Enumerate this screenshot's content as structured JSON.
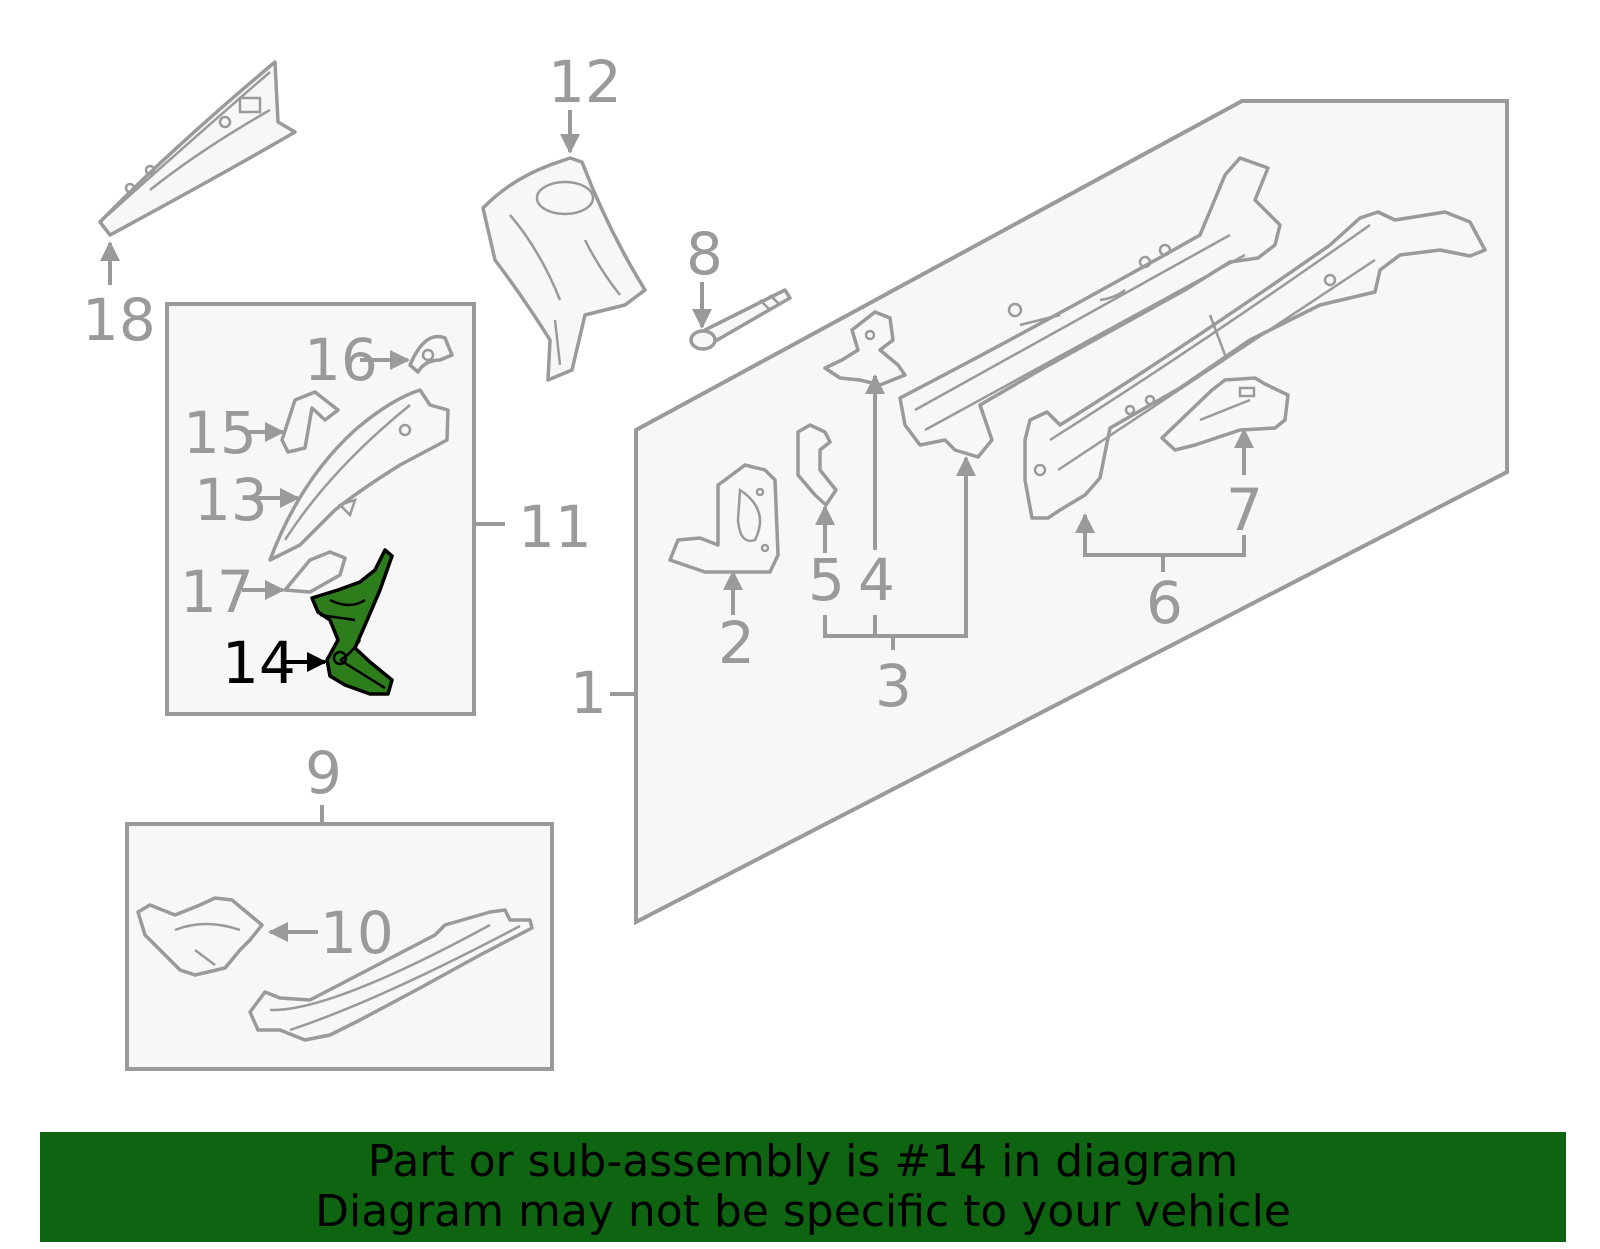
{
  "colors": {
    "highlight_part": "#2e7d1c",
    "banner_background": "#0e6410",
    "line_gray": "#9a9a9a",
    "box_fill": "#f7f7f7"
  },
  "callouts": {
    "c1": "1",
    "c2": "2",
    "c3": "3",
    "c4": "4",
    "c5": "5",
    "c6": "6",
    "c7": "7",
    "c8": "8",
    "c9": "9",
    "c10": "10",
    "c11": "11",
    "c12": "12",
    "c13": "13",
    "c14": "14",
    "c15": "15",
    "c16": "16",
    "c17": "17",
    "c18": "18"
  },
  "highlighted_part": "14",
  "banner": {
    "line1": "Part or sub-assembly is #14 in diagram",
    "line2": "Diagram may not be specific to your vehicle"
  }
}
